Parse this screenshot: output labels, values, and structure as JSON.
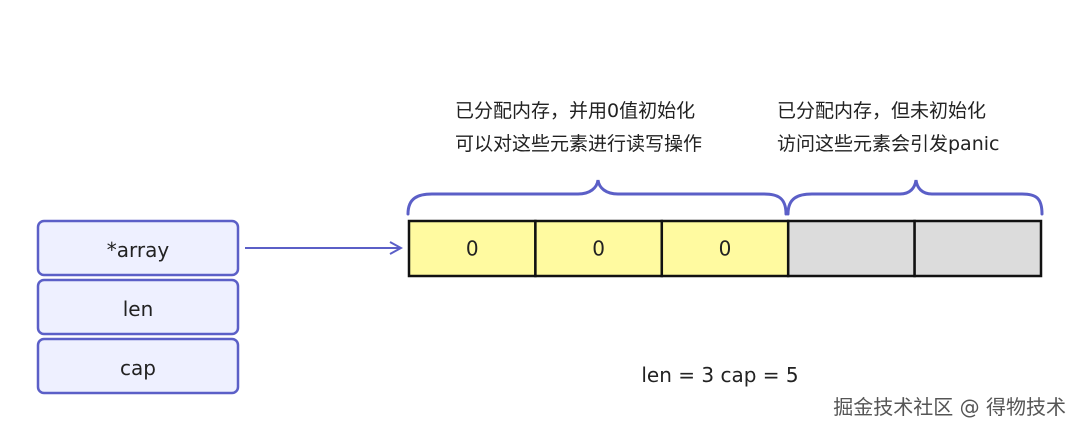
{
  "slice_header": {
    "fields": [
      "*array",
      "len",
      "cap"
    ]
  },
  "backing_array": {
    "cells": [
      {
        "label": "0",
        "state": "initialized"
      },
      {
        "label": "0",
        "state": "initialized"
      },
      {
        "label": "0",
        "state": "initialized"
      },
      {
        "label": "",
        "state": "uninitialized"
      },
      {
        "label": "",
        "state": "uninitialized"
      }
    ]
  },
  "annotations": {
    "initialized": [
      "已分配内存，并用0值初始化",
      "可以对这些元素进行读写操作"
    ],
    "uninitialized": [
      "已分配内存，但未初始化",
      "访问这些元素会引发panic"
    ]
  },
  "summary": "len = 3  cap = 5",
  "watermark": "掘金技术社区 @ 得物技术",
  "colors": {
    "accent": "#5B5FC7",
    "initialized_fill": "#FFFAA0",
    "uninitialized_fill": "#DCDCDC",
    "cell_border": "#111111",
    "struct_fill": "#EEF0FF",
    "text": "#222222",
    "watermark": "#555555"
  }
}
